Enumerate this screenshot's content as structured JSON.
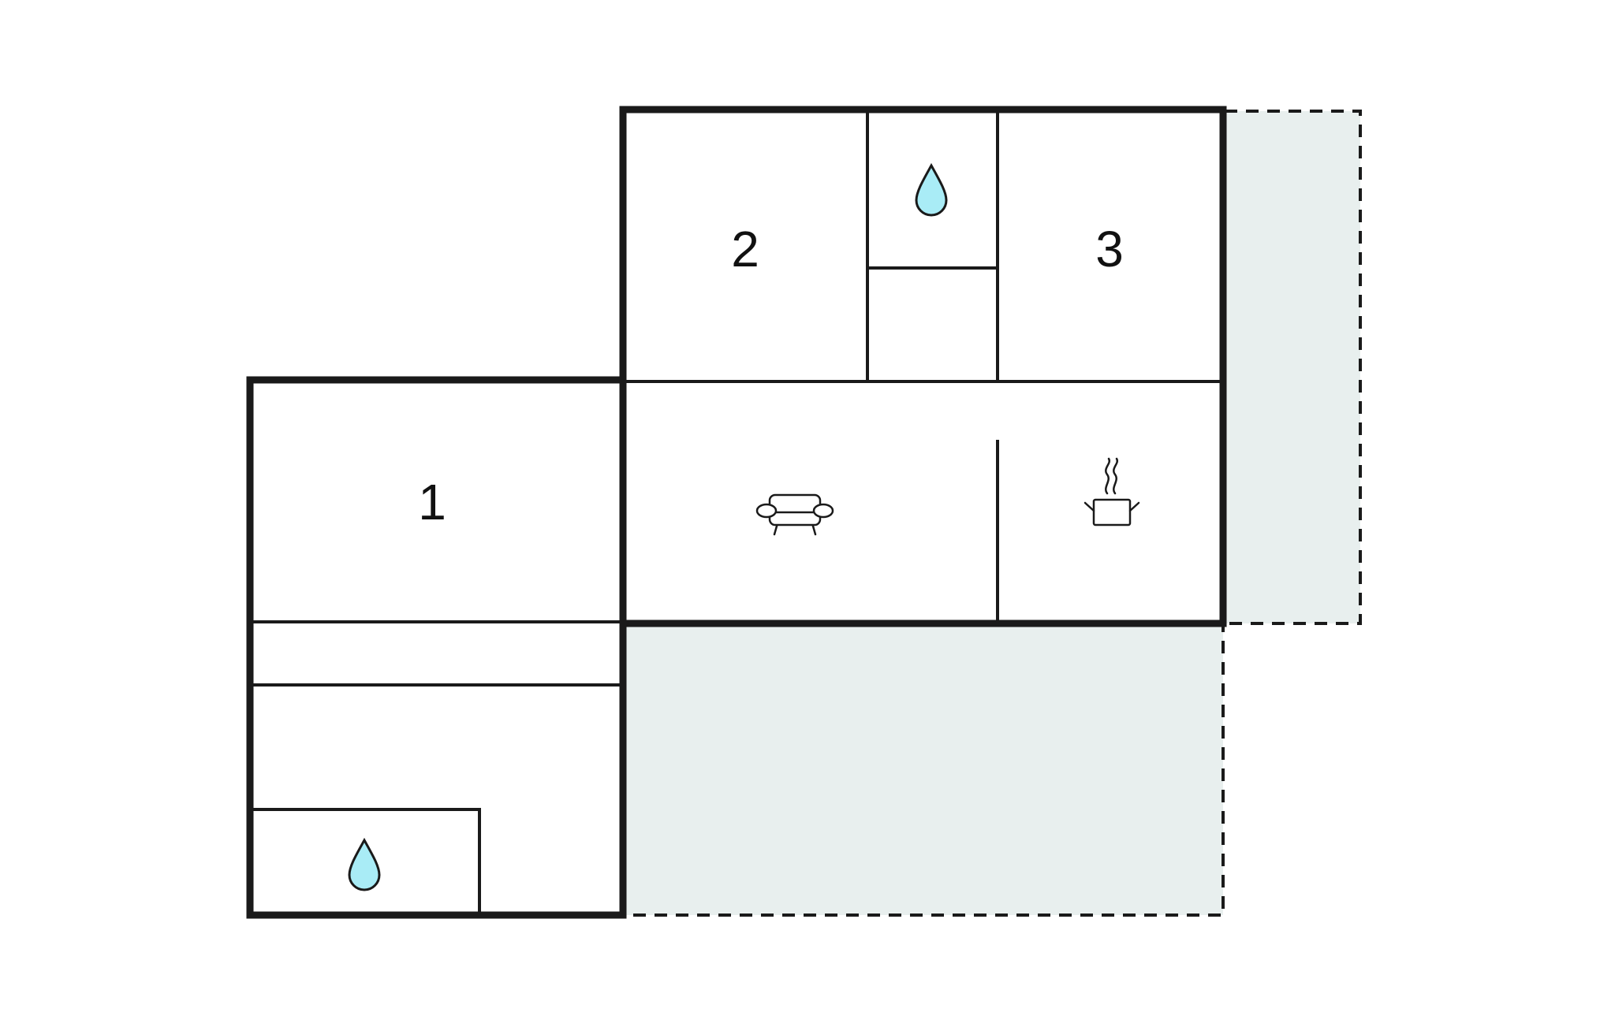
{
  "floorplan": {
    "rooms": {
      "bedroom_1": {
        "label": "1"
      },
      "bedroom_2": {
        "label": "2"
      },
      "bedroom_3": {
        "label": "3"
      }
    },
    "icons": {
      "bathroom_upper": "water-drop-icon",
      "bathroom_lower": "water-drop-icon",
      "living_room": "sofa-icon",
      "kitchen": "cooking-pot-icon"
    },
    "colors": {
      "terrace_fill": "#e8efee",
      "water_drop": "#a9ecf6",
      "walls": "#1a1a1a"
    }
  }
}
